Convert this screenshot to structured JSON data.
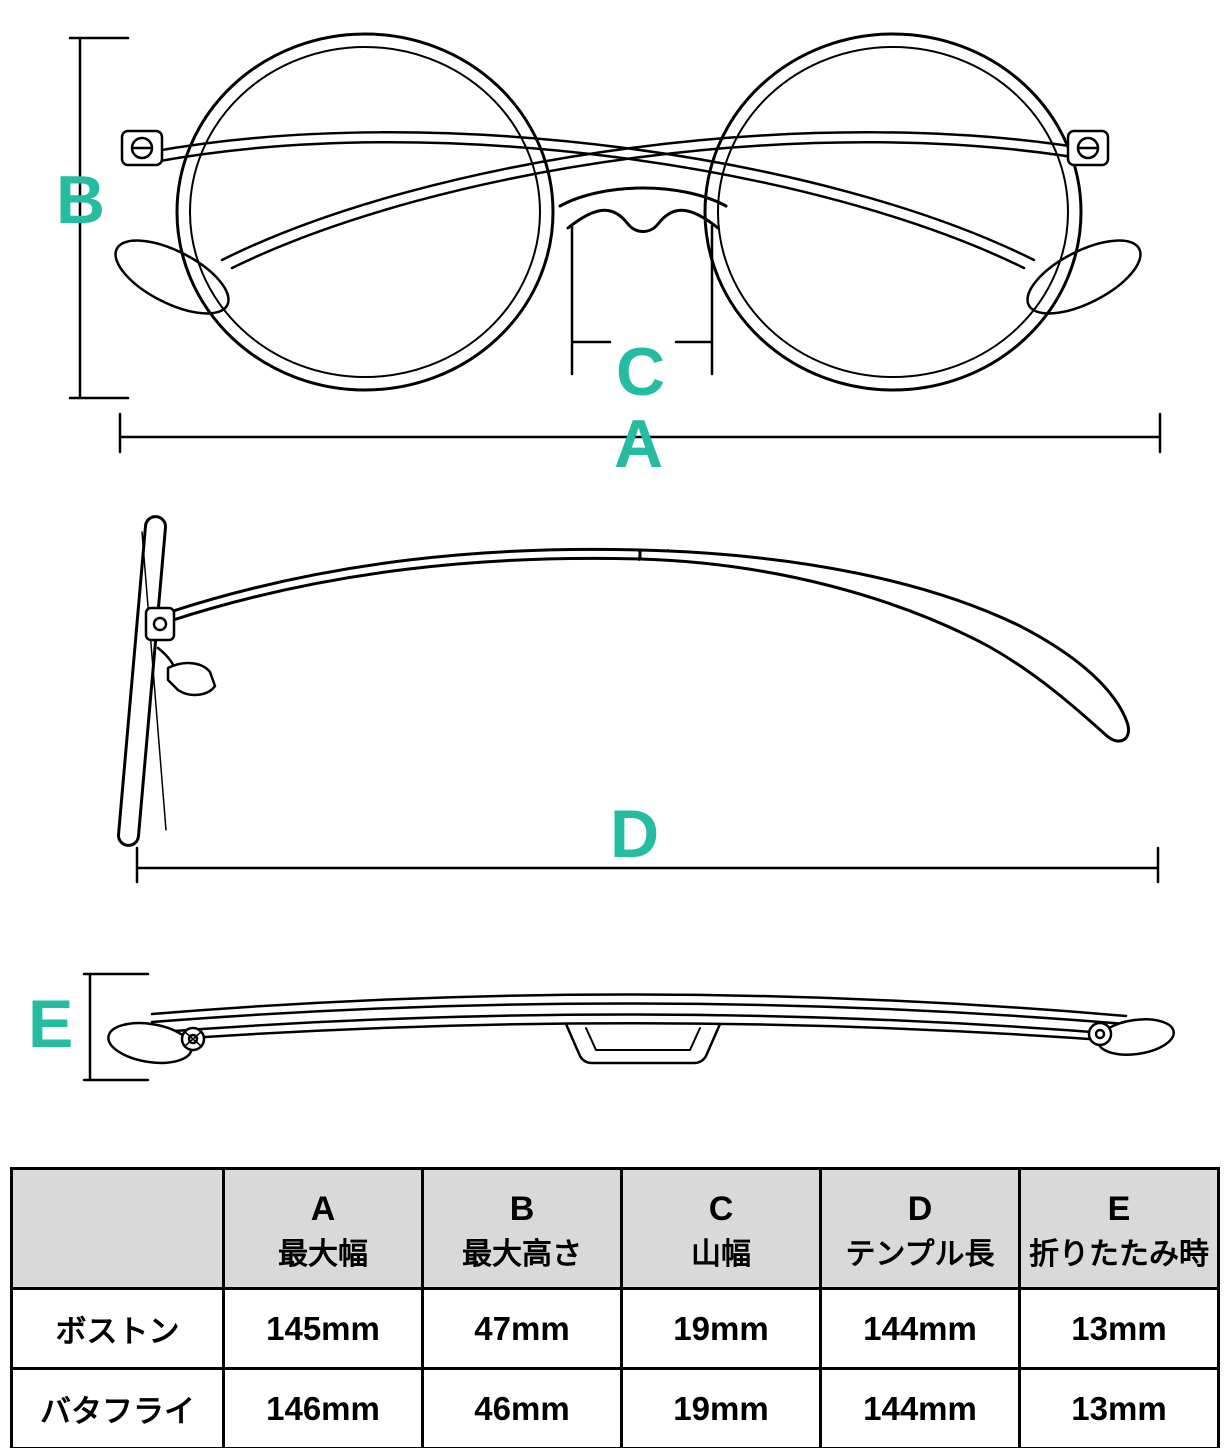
{
  "colors": {
    "accent": "#26BCA2",
    "table_header_bg": "#D9D9D9",
    "line": "#000000"
  },
  "dimension_labels": {
    "A": "A",
    "B": "B",
    "C": "C",
    "D": "D",
    "E": "E"
  },
  "table": {
    "corner_label": "",
    "headers": [
      {
        "letter": "A",
        "name": "最大幅"
      },
      {
        "letter": "B",
        "name": "最大高さ"
      },
      {
        "letter": "C",
        "name": "山幅"
      },
      {
        "letter": "D",
        "name": "テンプル長"
      },
      {
        "letter": "E",
        "name": "折りたたみ時"
      }
    ],
    "rows": [
      {
        "label": "ボストン",
        "values": [
          "145mm",
          "47mm",
          "19mm",
          "144mm",
          "13mm"
        ]
      },
      {
        "label": "バタフライ",
        "values": [
          "146mm",
          "46mm",
          "19mm",
          "144mm",
          "13mm"
        ]
      }
    ]
  }
}
